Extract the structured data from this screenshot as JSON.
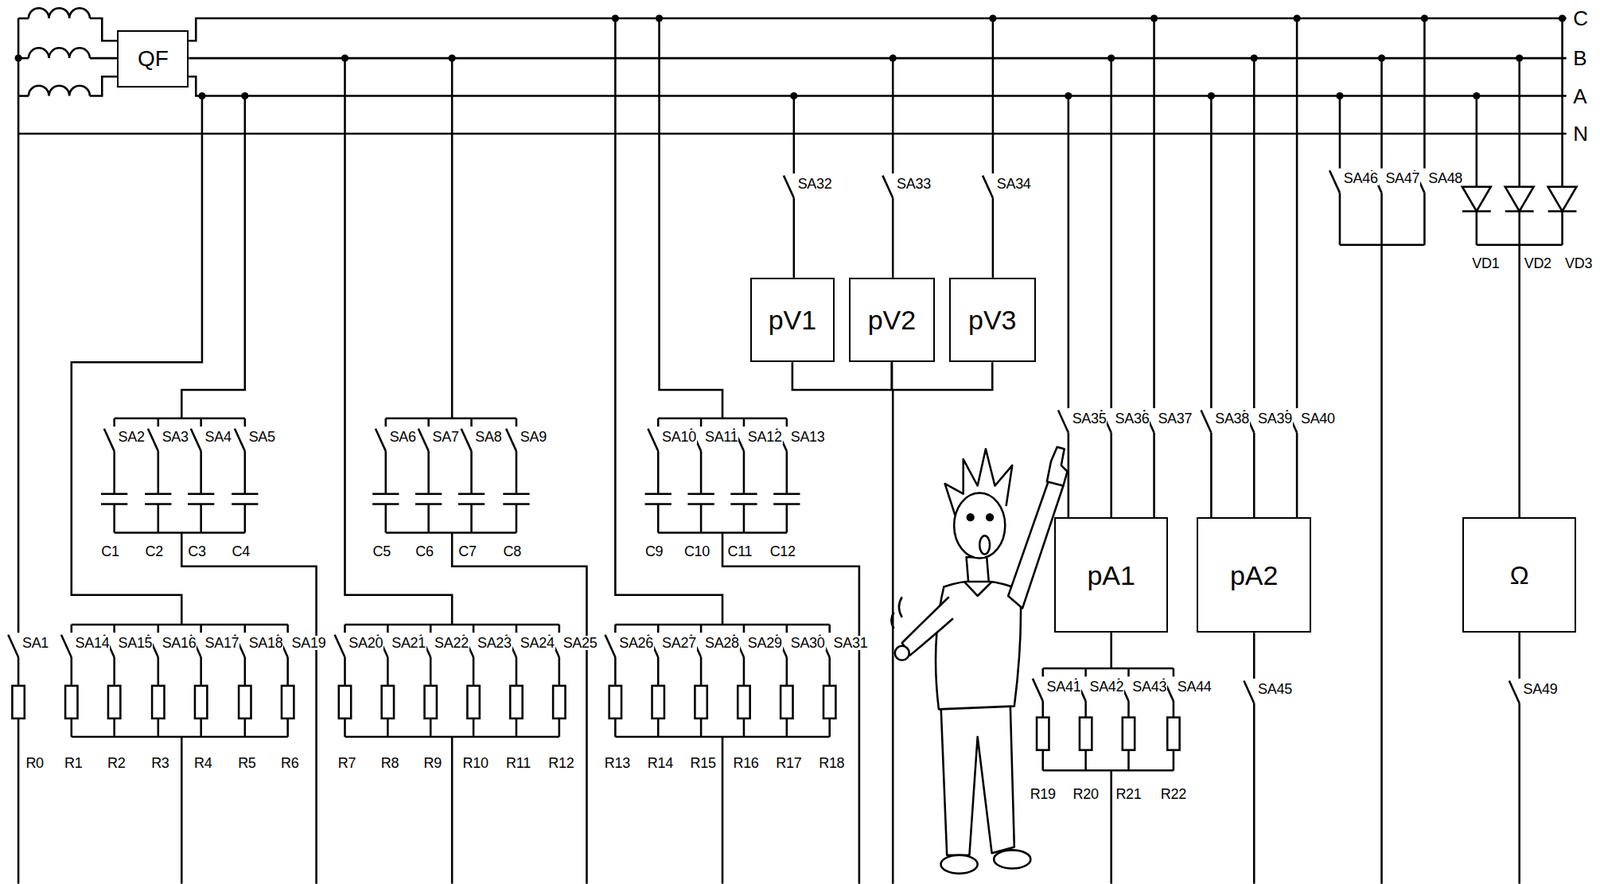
{
  "diagram": {
    "nodes": [
      {
        "text": [
          "QF"
        ]
      },
      {
        "text": [
          "pV1"
        ]
      },
      {
        "text": [
          "pV2"
        ]
      },
      {
        "text": [
          "pV3"
        ]
      },
      {
        "text": [
          "pA1"
        ]
      },
      {
        "text": [
          "pA2"
        ]
      },
      {
        "text": [
          "Ω"
        ]
      }
    ],
    "edges": [
      {
        "from": 1,
        "to": 2,
        "arrow": "none"
      },
      {
        "from": 3,
        "to": 2,
        "arrow": "none"
      }
    ],
    "labels": [
      "C",
      "B",
      "A",
      "N",
      "SA2",
      "SA3",
      "SA4",
      "SA5",
      "SA6",
      "SA7",
      "SA8",
      "SA9",
      "SA10",
      "SA11",
      "SA12",
      "SA13",
      "C1",
      "C2",
      "C3",
      "C4",
      "C5",
      "C6",
      "C7",
      "C8",
      "C9",
      "C10",
      "C11",
      "C12",
      "SA1",
      "SA14",
      "SA15",
      "SA16",
      "SA17",
      "SA18",
      "SA19",
      "SA20",
      "SA21",
      "SA22",
      "SA23",
      "SA24",
      "SA25",
      "SA26",
      "SA27",
      "SA28",
      "SA29",
      "SA30",
      "SA31",
      "R0",
      "R1",
      "R2",
      "R3",
      "R4",
      "R5",
      "R6",
      "R7",
      "R8",
      "R9",
      "R10",
      "R11",
      "R12",
      "R13",
      "R14",
      "R15",
      "R16",
      "R17",
      "R18",
      "SA32",
      "SA33",
      "SA34",
      "SA35",
      "SA36",
      "SA37",
      "SA38",
      "SA39",
      "SA40",
      "SA41",
      "SA42",
      "SA43",
      "SA44",
      "R19",
      "R20",
      "R21",
      "R22",
      "SA45",
      "SA46",
      "SA47",
      "SA48",
      "VD1",
      "VD2",
      "VD3",
      "SA49"
    ]
  }
}
